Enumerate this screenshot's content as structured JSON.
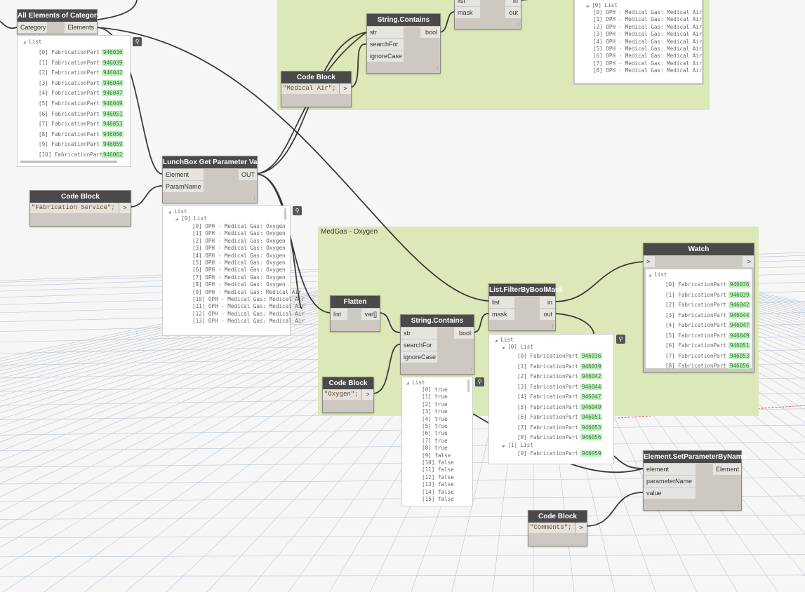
{
  "groups": {
    "medical_air": {
      "title": "",
      "color": "#dde8b8"
    },
    "medgas_oxygen": {
      "title": "MedGas - Oxygen",
      "color": "#dde8b8"
    }
  },
  "nodes": {
    "all_elements": {
      "title": "All Elements of Category",
      "in1": "Category",
      "out1": "Elements"
    },
    "code_fab_service": {
      "title": "Code Block",
      "code": "\"Fabrication Service\";",
      "arrow": ">"
    },
    "lunchbox": {
      "title": "LunchBox Get Parameter Value",
      "in1": "Element",
      "in2": "ParamName",
      "out1": "OUT"
    },
    "code_medical_air": {
      "title": "Code Block",
      "code": "\"Medical Air\";",
      "arrow": ">"
    },
    "string_contains_top": {
      "title": "String.Contains",
      "in1": "str",
      "in2": "searchFor",
      "in3": "ignoreCase",
      "out1": "bool"
    },
    "filter_top": {
      "in1": "list",
      "in2": "mask",
      "out1": "in",
      "out2": "out"
    },
    "flatten": {
      "title": "Flatten",
      "in1": "list",
      "out1": "var[]"
    },
    "string_contains_oxy": {
      "title": "String.Contains",
      "in1": "str",
      "in2": "searchFor",
      "in3": "ignoreCase",
      "out1": "bool"
    },
    "code_oxygen": {
      "title": "Code Block",
      "code": "\"Oxygen\";",
      "arrow": ">"
    },
    "filter_oxy": {
      "title": "List.FilterByBoolMask",
      "in1": "list",
      "in2": "mask",
      "out1": "in",
      "out2": "out"
    },
    "watch": {
      "title": "Watch",
      "in1": ">",
      "out1": ">"
    },
    "set_param": {
      "title": "Element.SetParameterByName",
      "in1": "element",
      "in2": "parameterName",
      "in3": "value",
      "out1": "Element"
    },
    "code_comments": {
      "title": "Code Block",
      "code": "\"Comments\";",
      "arrow": ">"
    }
  },
  "previews": {
    "all_elements": {
      "header": "List",
      "rows": [
        {
          "label": "[0] FabricationPart",
          "value": "946036"
        },
        {
          "label": "[1] FabricationPart",
          "value": "946039"
        },
        {
          "label": "[2] FabricationPart",
          "value": "946042"
        },
        {
          "label": "[3] FabricationPart",
          "value": "946044"
        },
        {
          "label": "[4] FabricationPart",
          "value": "946047"
        },
        {
          "label": "[5] FabricationPart",
          "value": "946049"
        },
        {
          "label": "[6] FabricationPart",
          "value": "946051"
        },
        {
          "label": "[7] FabricationPart",
          "value": "946053"
        },
        {
          "label": "[8] FabricationPart",
          "value": "946056"
        },
        {
          "label": "[9] FabricationPart",
          "value": "946059"
        },
        {
          "label": "[10] FabricationPart",
          "value": "946062"
        }
      ]
    },
    "lunchbox": {
      "header": "List",
      "sub": "[0] List",
      "rows": [
        "[0] OPH - Medical Gas: Oxygen",
        "[1] OPH - Medical Gas: Oxygen",
        "[2] OPH - Medical Gas: Oxygen",
        "[3] OPH - Medical Gas: Oxygen",
        "[4] OPH - Medical Gas: Oxygen",
        "[5] OPH - Medical Gas: Oxygen",
        "[6] OPH - Medical Gas: Oxygen",
        "[7] OPH - Medical Gas: Oxygen",
        "[8] OPH - Medical Gas: Oxygen",
        "[9] OPH - Medical Gas: Medical Air",
        "[10] OPH - Medical Gas: Medical Air",
        "[11] OPH - Medical Gas: Medical Air",
        "[12] OPH - Medical Gas: Medical Air",
        "[13] OPH - Medical Gas: Medical Air"
      ]
    },
    "filter_top": {
      "sub": "[0] List",
      "rows": [
        "[0] OPH - Medical Gas: Medical Air",
        "[1] OPH - Medical Gas: Medical Air",
        "[2] OPH - Medical Gas: Medical Air",
        "[3] OPH - Medical Gas: Medical Air",
        "[4] OPH - Medical Gas: Medical Air",
        "[5] OPH - Medical Gas: Medical Air",
        "[6] OPH - Medical Gas: Medical Air",
        "[7] OPH - Medical Gas: Medical Air",
        "[8] OPH - Medical Gas: Medical Air"
      ]
    },
    "string_contains_oxy": {
      "header": "List",
      "rows": [
        "[0] true",
        "[1] true",
        "[2] true",
        "[3] true",
        "[4] true",
        "[5] true",
        "[6] true",
        "[7] true",
        "[8] true",
        "[9] false",
        "[10] false",
        "[11] false",
        "[12] false",
        "[13] false",
        "[14] false",
        "[15] false"
      ]
    },
    "filter_oxy": {
      "header": "List",
      "sub": "[0] List",
      "rows": [
        {
          "label": "[0] FabricationPart",
          "value": "946036"
        },
        {
          "label": "[1] FabricationPart",
          "value": "946039"
        },
        {
          "label": "[2] FabricationPart",
          "value": "946042"
        },
        {
          "label": "[3] FabricationPart",
          "value": "946044"
        },
        {
          "label": "[4] FabricationPart",
          "value": "946047"
        },
        {
          "label": "[5] FabricationPart",
          "value": "946049"
        },
        {
          "label": "[6] FabricationPart",
          "value": "946051"
        },
        {
          "label": "[7] FabricationPart",
          "value": "946053"
        },
        {
          "label": "[8] FabricationPart",
          "value": "946056"
        }
      ],
      "sub2": "[1] List",
      "rows2": [
        {
          "label": "[0] FabricationPart",
          "value": "946059"
        }
      ]
    },
    "watch": {
      "header": "List",
      "rows": [
        {
          "label": "[0] FabricationPart",
          "value": "946036"
        },
        {
          "label": "[1] FabricationPart",
          "value": "946039"
        },
        {
          "label": "[2] FabricationPart",
          "value": "946042"
        },
        {
          "label": "[3] FabricationPart",
          "value": "946044"
        },
        {
          "label": "[4] FabricationPart",
          "value": "946047"
        },
        {
          "label": "[5] FabricationPart",
          "value": "946049"
        },
        {
          "label": "[6] FabricationPart",
          "value": "946051"
        },
        {
          "label": "[7] FabricationPart",
          "value": "946053"
        },
        {
          "label": "[8] FabricationPart",
          "value": "946056"
        }
      ]
    }
  },
  "pin_icon": "pin-icon",
  "colors": {
    "node_header": "#4a4a4a",
    "node_body": "#cdc9c2",
    "group": "#dde8b8",
    "value_bg": "#c2f0c2",
    "wire": "#3a3a3a"
  }
}
